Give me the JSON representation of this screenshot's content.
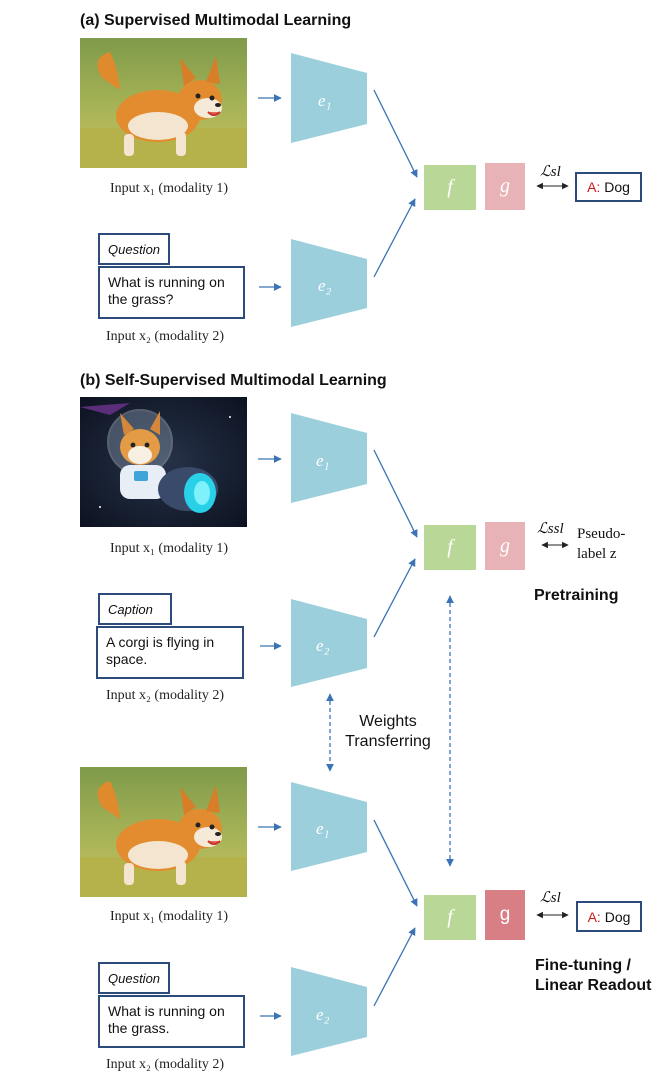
{
  "section_a": {
    "title": "(a) Supervised Multimodal Learning",
    "input1_label": "Input x₁ (modality 1)",
    "input2_label": "Input x₂ (modality 2)",
    "tag": "Question",
    "text": "What is running on the grass?",
    "encoder1": "e₁",
    "encoder2": "e₂",
    "f": "f",
    "g": "g",
    "loss": "ℒsl",
    "answer_prefix": "A:",
    "answer_value": "Dog"
  },
  "section_b": {
    "title": "(b) Self-Supervised Multimodal Learning",
    "pretrain": {
      "input1_label": "Input x₁ (modality 1)",
      "input2_label": "Input x₂ (modality 2)",
      "tag": "Caption",
      "text": "A corgi is flying in space.",
      "encoder1": "e₁",
      "encoder2": "e₂",
      "f": "f",
      "g": "g",
      "loss": "ℒssl",
      "pseudo_line1": "Pseudo-",
      "pseudo_line2": "label z",
      "stage_label": "Pretraining"
    },
    "transfer_line1": "Weights",
    "transfer_line2": "Transferring",
    "finetune": {
      "input1_label": "Input x₁ (modality 1)",
      "input2_label": "Input x₂ (modality 2)",
      "tag": "Question",
      "text": "What is running on the grass.",
      "encoder1": "e₁",
      "encoder2": "e₂",
      "f": "f",
      "g": "g",
      "loss": "ℒsl",
      "answer_prefix": "A:",
      "answer_value": "Dog",
      "stage_line1": "Fine-tuning /",
      "stage_line2": "Linear Readout"
    }
  },
  "colors": {
    "encoder": "#9bcfdc",
    "f_box": "#b9d797",
    "g_box": "#e8b3b7",
    "g_box_finetune": "#d77f85",
    "arrow": "#3b73b5",
    "box_border": "#2c4a7a",
    "answer_prefix": "#d11a1a"
  }
}
